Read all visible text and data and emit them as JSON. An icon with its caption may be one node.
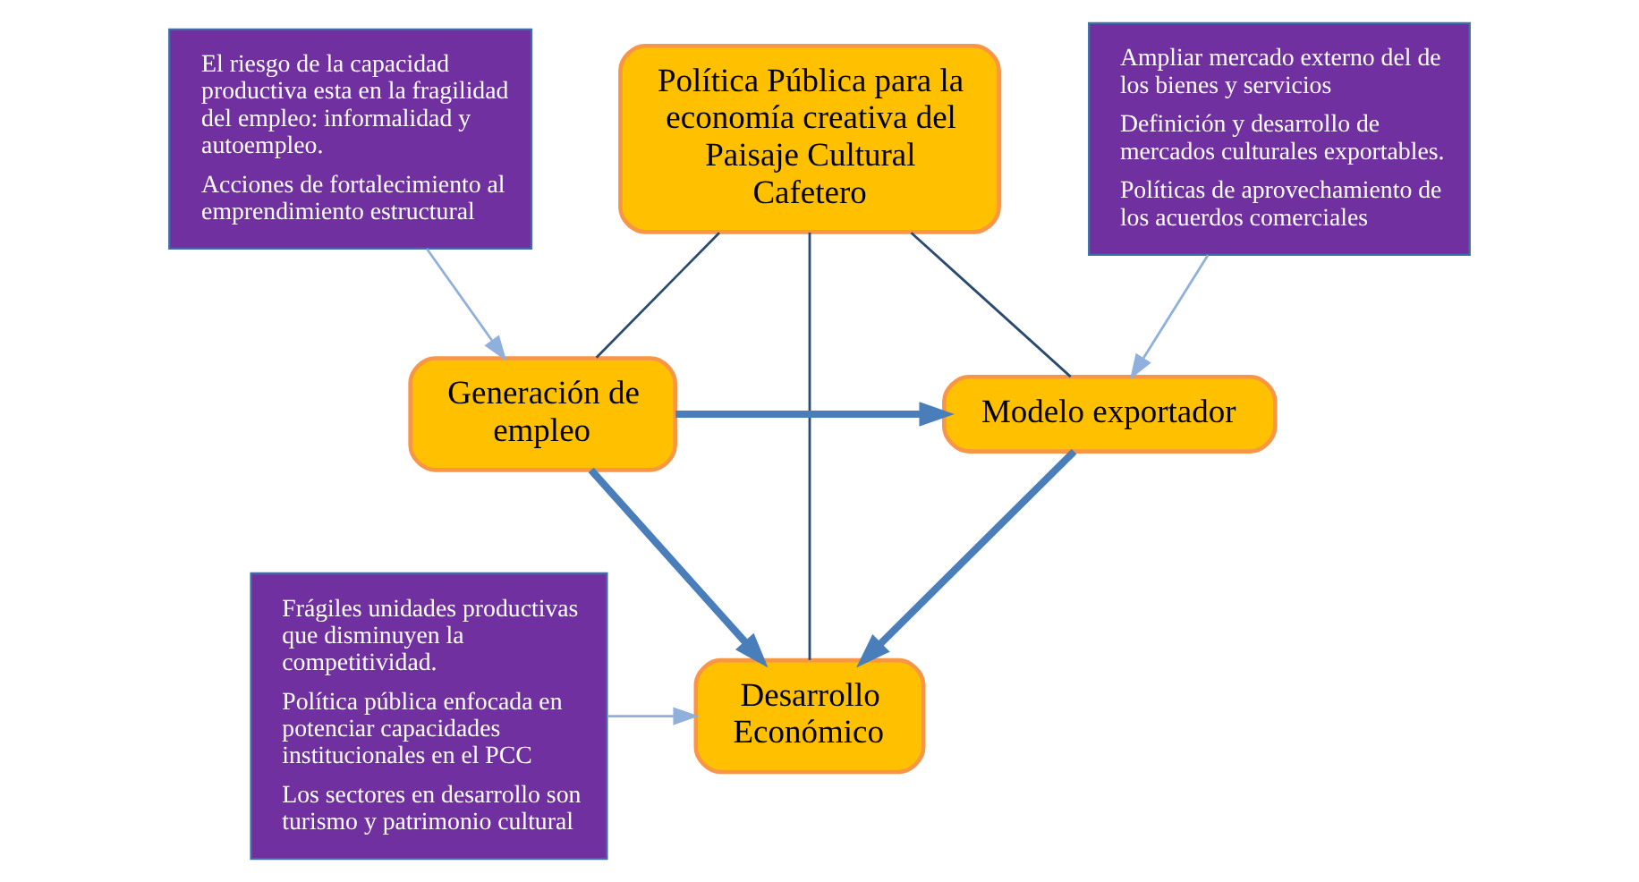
{
  "diagram": {
    "nodes": [
      {
        "text": [
          "Desarrollo Económico"
        ]
      },
      {
        "text": [
          "Frágiles unidades productivas que disminuyen la competitividad.",
          "Política pública enfocada en potenciar capacidades institucionales en el PCC",
          "Los sectores en desarrollo son turismo y patrimonio cultural"
        ]
      },
      {
        "text": [
          "Ampliar mercado externo del de los bienes y servicios",
          "Definición y desarrollo de mercados culturales exportables.",
          "Políticas de aprovechamiento de los acuerdos comerciales"
        ]
      },
      {
        "text": [
          "Política Pública para la economía creativa del Paisaje Cultural Cafetero"
        ]
      },
      {
        "text": [
          "El riesgo de la capacidad productiva esta en la fragilidad del empleo: informalidad y autoempleo.",
          "Acciones de fortalecimiento al emprendimiento estructural"
        ]
      },
      {
        "text": [
          "Modelo exportador"
        ]
      },
      {
        "text": [
          "Generación de empleo"
        ]
      }
    ],
    "edges": [
      {
        "from": 1,
        "to": 0,
        "arrow": "to",
        "color": "#8fb0dc"
      },
      {
        "from": 5,
        "to": 0,
        "arrow": "to",
        "style": "thick"
      },
      {
        "from": 6,
        "to": 0,
        "arrow": "to",
        "style": "thick"
      },
      {
        "from": 3,
        "to": 0,
        "arrow": "none",
        "color": "#2b4a6f"
      },
      {
        "from": 2,
        "to": 5,
        "arrow": "to",
        "color": "#8fb0dc"
      },
      {
        "from": 4,
        "to": 6,
        "arrow": "to",
        "color": "#8fb0dc"
      },
      {
        "from": 3,
        "to": 5,
        "arrow": "none",
        "color": "#2b4a6f"
      },
      {
        "from": 3,
        "to": 6,
        "arrow": "none",
        "color": "#2b4a6f"
      },
      {
        "from": 6,
        "to": 5,
        "arrow": "to",
        "style": "thick"
      }
    ]
  }
}
